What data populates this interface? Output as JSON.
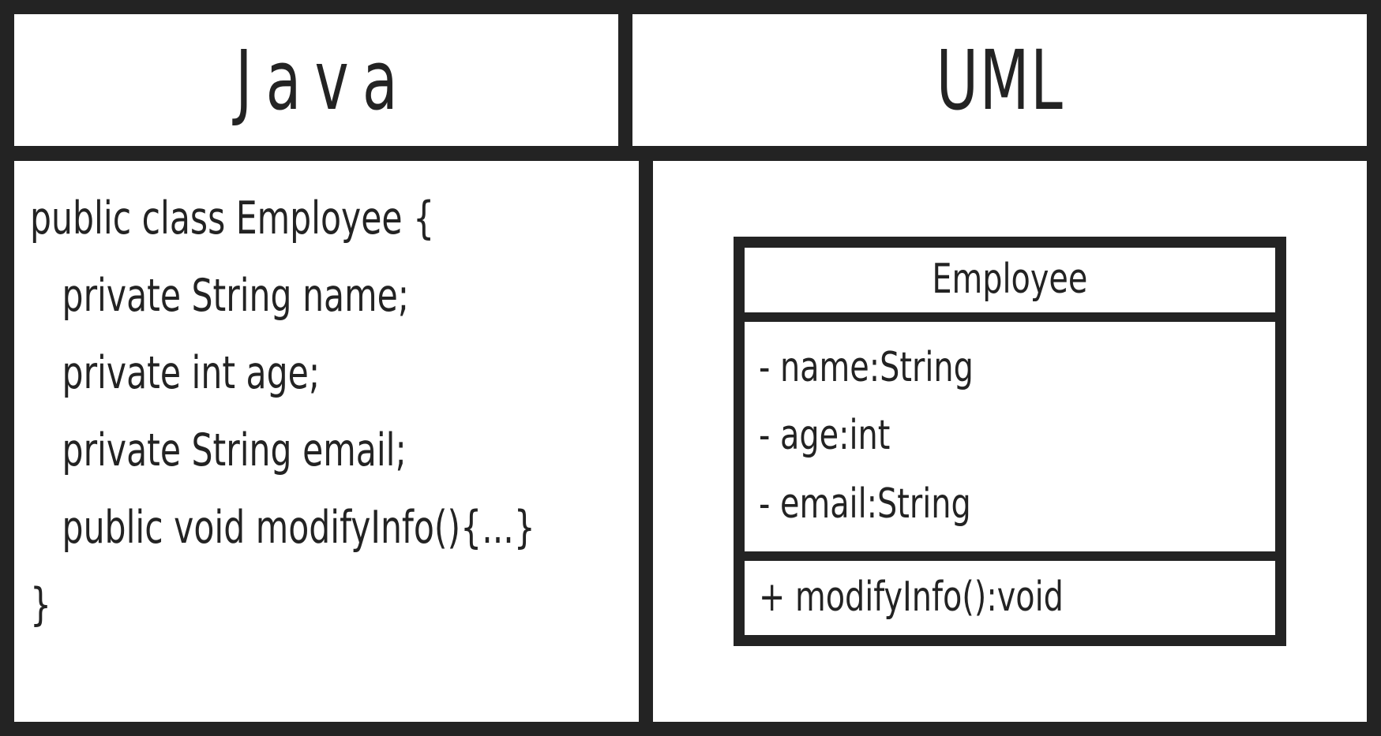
{
  "diagram": {
    "title_left": "Java",
    "title_right": "UML",
    "colors": {
      "ink": "#232323",
      "paper": "#ffffff"
    }
  },
  "java_code": {
    "lines": [
      "public class Employee {",
      "   private String name;",
      "   private int age;",
      "   private String email;",
      "   public void modifyInfo(){...}",
      "}"
    ]
  },
  "uml_class": {
    "name": "Employee",
    "attributes": [
      "- name:String",
      "- age:int",
      "- email:String"
    ],
    "methods": [
      "+ modifyInfo():void"
    ]
  }
}
